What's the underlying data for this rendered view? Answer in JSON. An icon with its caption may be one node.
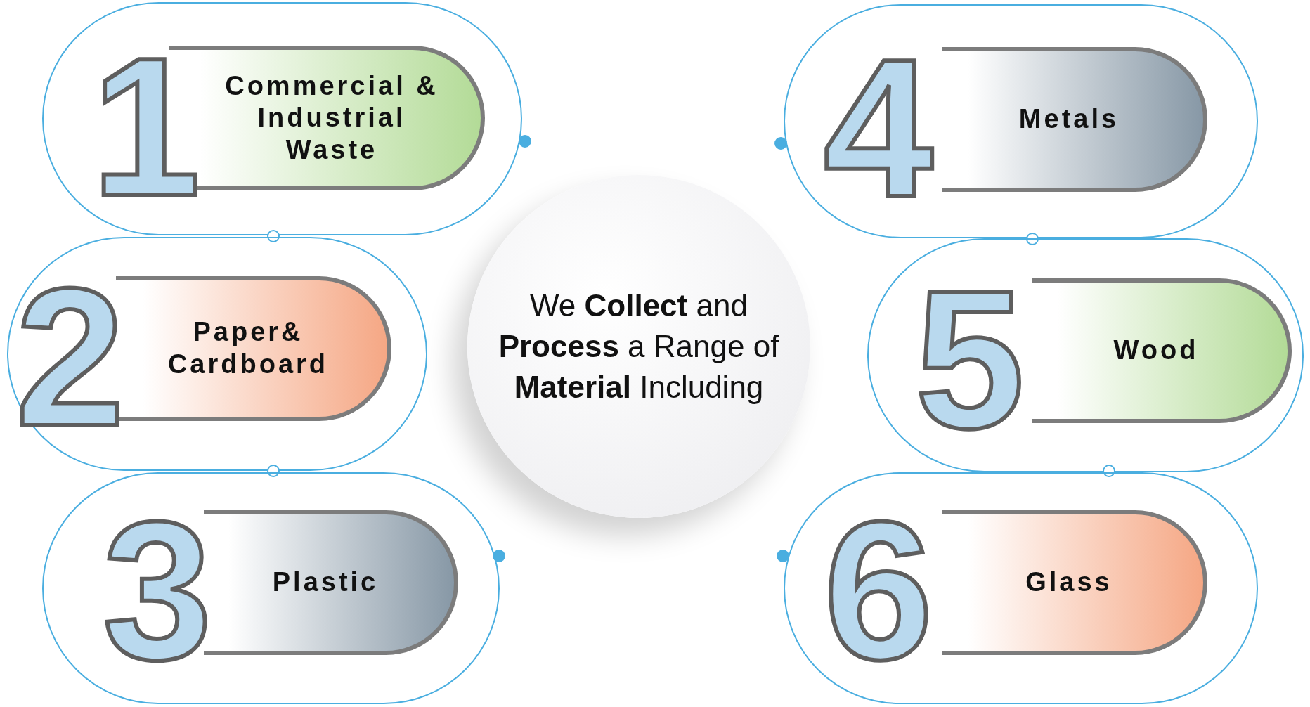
{
  "diagram": {
    "nodes": [
      {
        "text": [
          "We **Collect** and **Process** a Range of **Material** Including"
        ]
      },
      {
        "text": [
          "1",
          "Commercial & Industrial Waste"
        ]
      },
      {
        "text": [
          "2",
          "Paper& Cardboard"
        ]
      },
      {
        "text": [
          "3",
          "Plastic"
        ]
      },
      {
        "text": [
          "4",
          "Metals"
        ]
      },
      {
        "text": [
          "5",
          "Wood"
        ]
      },
      {
        "text": [
          "6",
          "Glass"
        ]
      }
    ],
    "edges": []
  }
}
